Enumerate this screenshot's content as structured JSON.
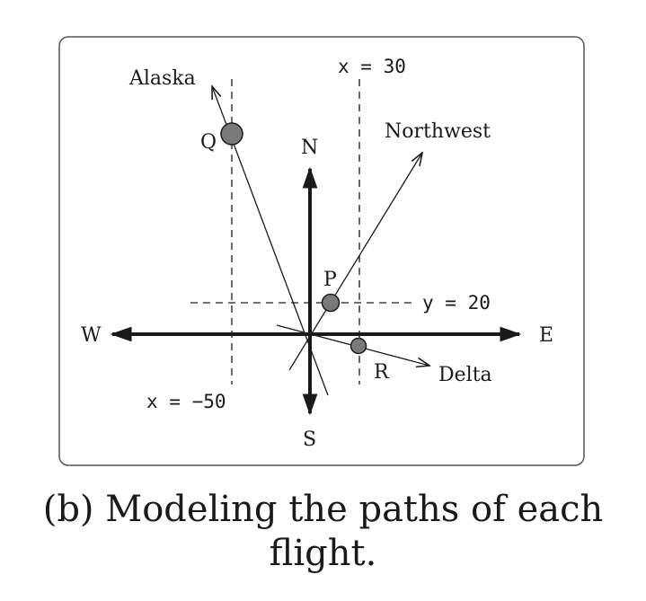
{
  "diagram": {
    "directions": {
      "north": "N",
      "south": "S",
      "east": "E",
      "west": "W"
    },
    "lines": {
      "vertical_right": "x = 30",
      "vertical_left": "x = −50",
      "horizontal": "y = 20"
    },
    "flights": {
      "alaska": "Alaska",
      "northwest": "Northwest",
      "delta": "Delta"
    },
    "points": {
      "p": "P",
      "q": "Q",
      "r": "R"
    },
    "colors": {
      "ink": "#1a1a1a",
      "point_fill": "#7a7a7a",
      "frame": "#555555"
    }
  },
  "caption": {
    "line1": "(b) Modeling the paths of each",
    "line2": "flight."
  }
}
